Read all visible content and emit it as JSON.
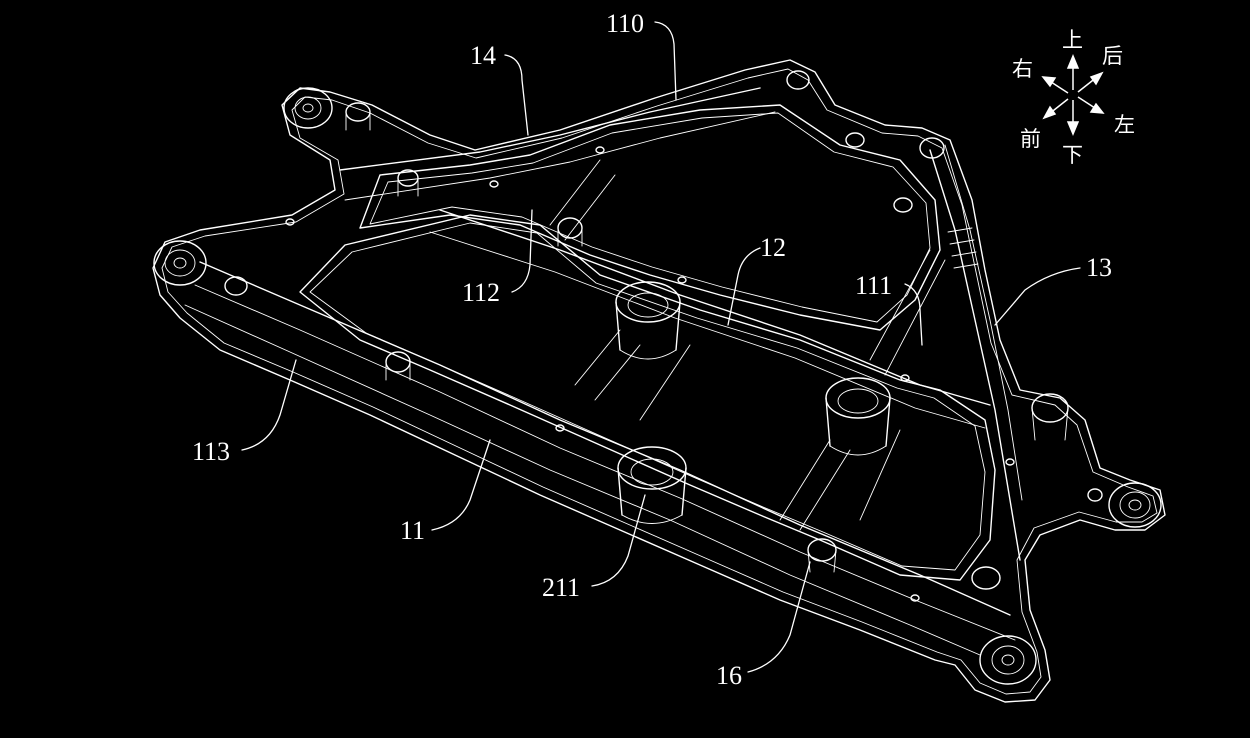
{
  "figure": {
    "background_color": "#000000",
    "line_color": "#ffffff"
  },
  "reference_labels": [
    {
      "id": "ref-14",
      "text": "14"
    },
    {
      "id": "ref-110",
      "text": "110"
    },
    {
      "id": "ref-12",
      "text": "12"
    },
    {
      "id": "ref-13",
      "text": "13"
    },
    {
      "id": "ref-111",
      "text": "111"
    },
    {
      "id": "ref-112",
      "text": "112"
    },
    {
      "id": "ref-113",
      "text": "113"
    },
    {
      "id": "ref-11",
      "text": "11"
    },
    {
      "id": "ref-211",
      "text": "211"
    },
    {
      "id": "ref-16",
      "text": "16"
    }
  ],
  "compass": {
    "up": "上",
    "down": "下",
    "left": "左",
    "right": "右",
    "front": "前",
    "rear": "后"
  }
}
